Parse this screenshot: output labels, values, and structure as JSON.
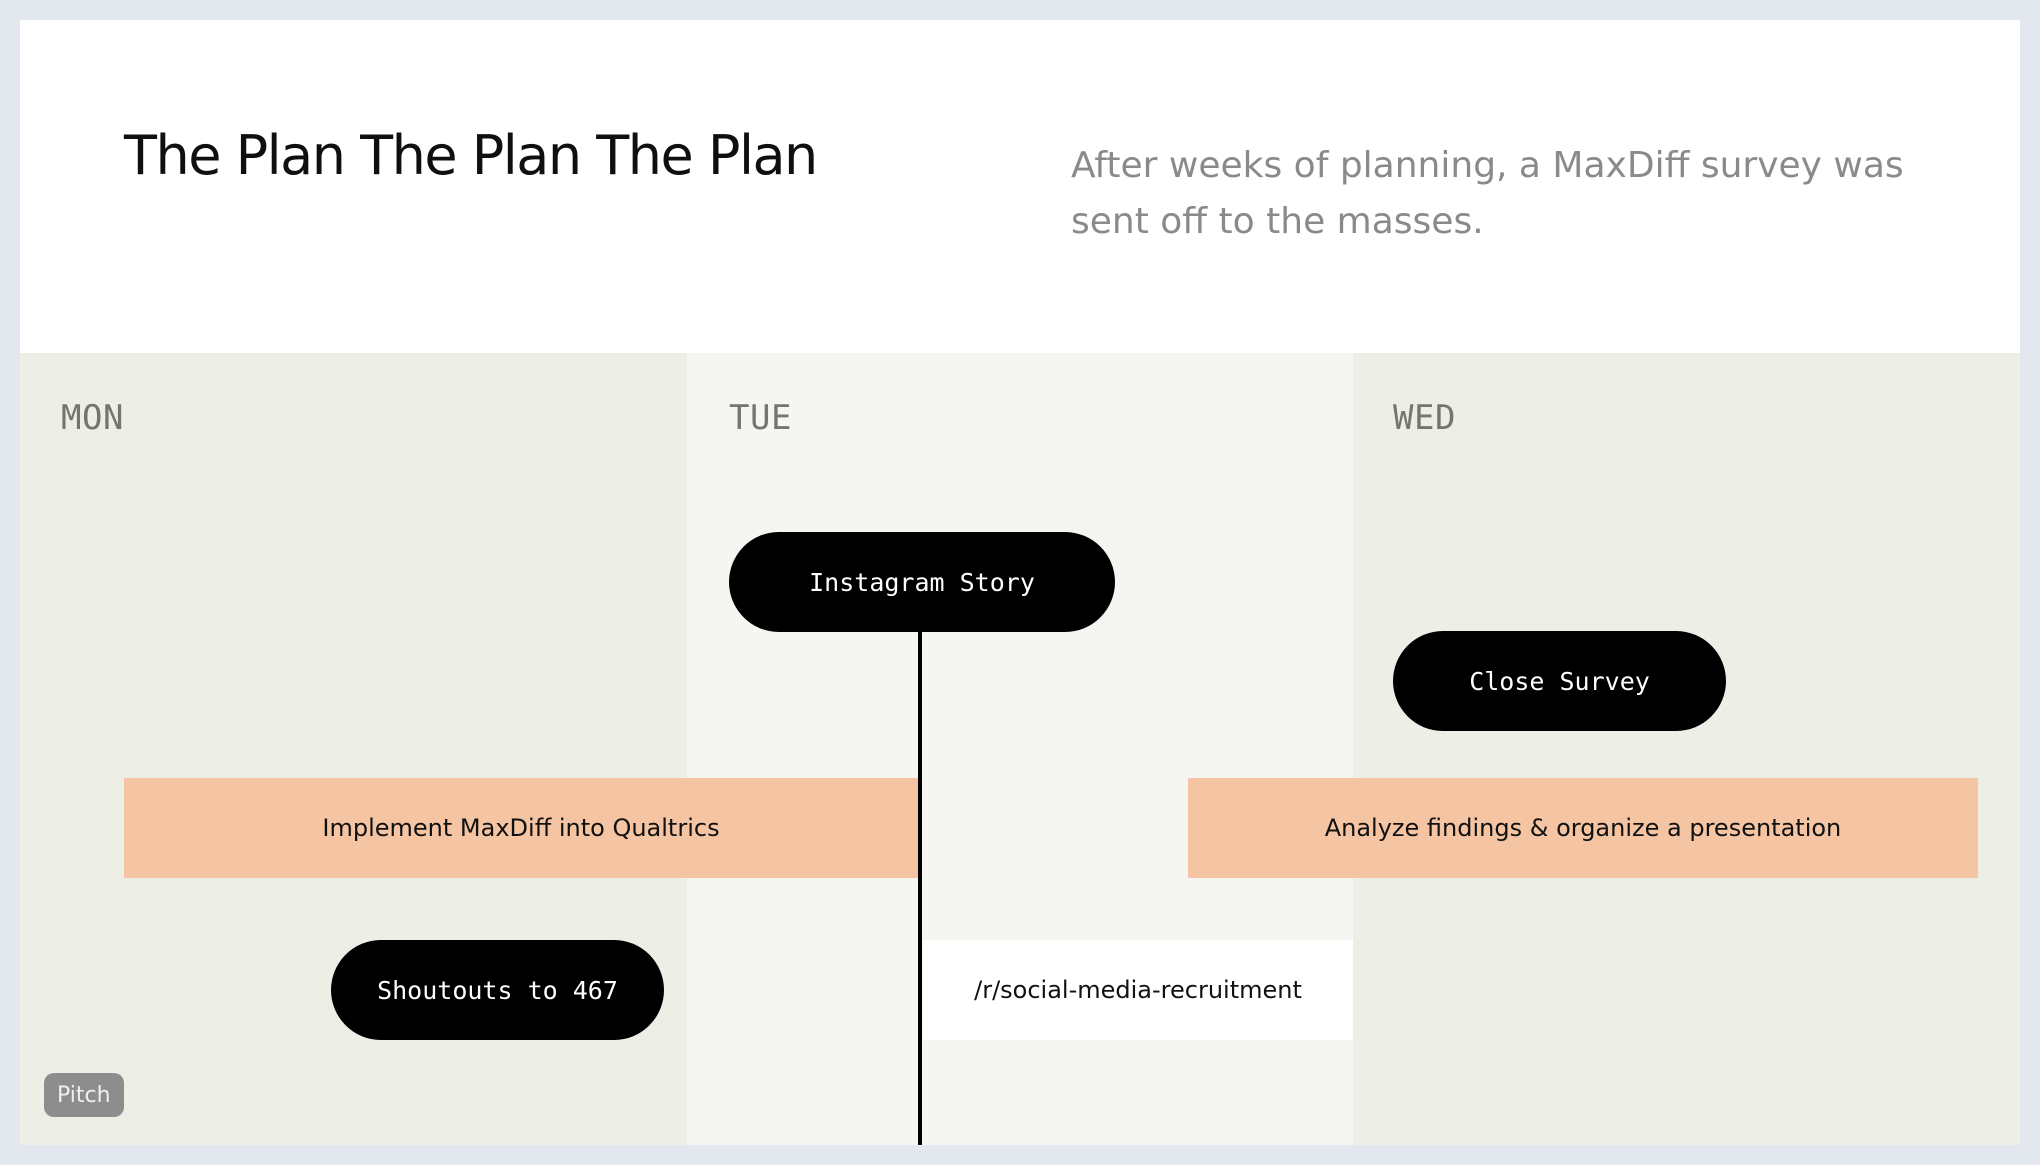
{
  "slide": {
    "title": "The Plan The Plan The Plan",
    "subtitle": "After weeks of planning, a MaxDiff survey was sent off to the masses."
  },
  "days": {
    "mon": "MON",
    "tue": "TUE",
    "wed": "WED"
  },
  "events": {
    "instagram_story": "Instagram Story",
    "close_survey": "Close Survey",
    "implement_maxdiff": "Implement MaxDiff into Qualtrics",
    "analyze_findings": "Analyze findings & organize a presentation",
    "shoutouts": "Shoutouts to 467",
    "reddit_recruitment": "/r/social-media-recruitment"
  },
  "badge": {
    "label": "Pitch"
  },
  "colors": {
    "background": "#e3e8ef",
    "column_dark": "#edefe7",
    "column_light": "#f5f6f1",
    "bar_peach": "#f5c4a3",
    "pill_black": "#000000"
  }
}
